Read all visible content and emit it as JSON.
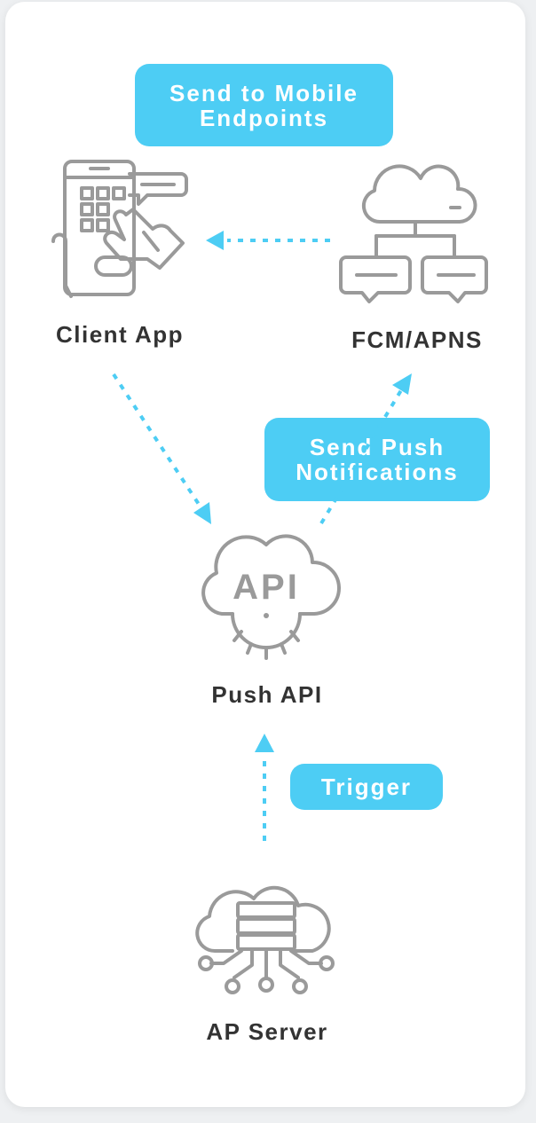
{
  "labels": {
    "send_mobile_line1": "Send to Mobile",
    "send_mobile_line2": "Endpoints",
    "send_push_line1": "Send Push",
    "send_push_line2": "Notifications",
    "trigger": "Trigger"
  },
  "nodes": {
    "client_app": "Client App",
    "fcm_apns": "FCM/APNS",
    "push_api": "Push API",
    "push_api_icon_text": "API",
    "ap_server": "AP Server"
  },
  "colors": {
    "accent": "#4dcdf4",
    "icon": "#9a9a9a",
    "text": "#333333"
  },
  "icons": [
    "phone-touch-icon",
    "cloud-network-icon",
    "api-cloud-gear-icon",
    "cloud-server-icon"
  ]
}
